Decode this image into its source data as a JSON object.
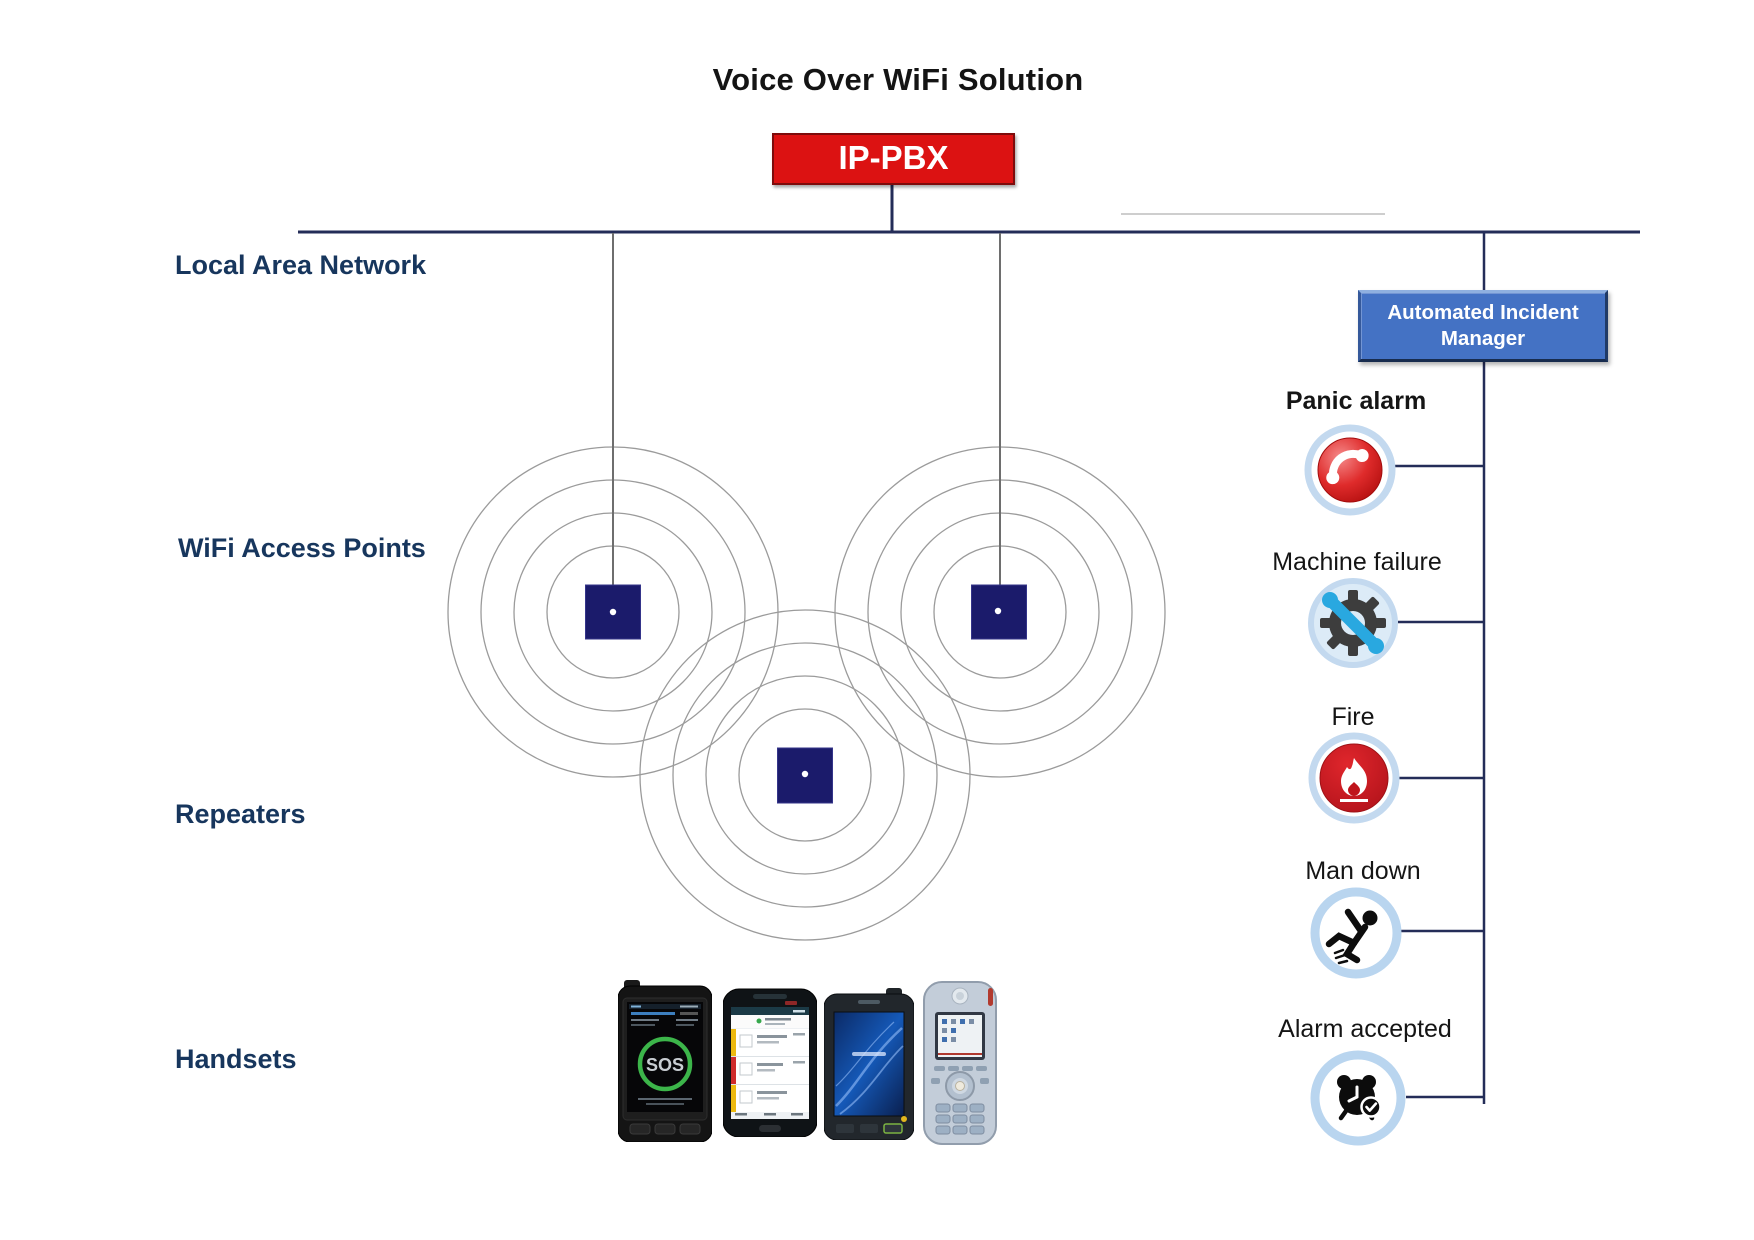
{
  "title": "Voice Over WiFi Solution",
  "ip_pbx": {
    "label": "IP-PBX"
  },
  "incident_manager": {
    "line1": "Automated Incident",
    "line2": "Manager"
  },
  "section_labels": {
    "lan": "Local Area Network",
    "access_points": "WiFi Access Points",
    "repeaters": "Repeaters",
    "handsets": "Handsets"
  },
  "alarms": [
    {
      "label": "Panic alarm",
      "icon": "panic-phone-icon"
    },
    {
      "label": "Machine failure",
      "icon": "gear-wrench-icon"
    },
    {
      "label": "Fire",
      "icon": "flame-icon"
    },
    {
      "label": "Man down",
      "icon": "falling-person-icon"
    },
    {
      "label": "Alarm accepted",
      "icon": "alarm-clock-check-icon"
    }
  ],
  "handsets": [
    {
      "name": "rugged-sos-handset",
      "screen_text": "SOS"
    },
    {
      "name": "smart-handset-task-list",
      "screen_text": ""
    },
    {
      "name": "rugged-handset-blue-screen",
      "screen_text": ""
    },
    {
      "name": "dect-style-handset",
      "screen_text": ""
    }
  ],
  "colors": {
    "navy-text": "#17365d",
    "line-navy": "#242d58",
    "line-gray": "#6e6e6e",
    "ring-gray": "#9b9b9b",
    "ap-square": "#1b1b6b",
    "pbx-red": "#dc1212",
    "aim-blue": "#4472c4",
    "icon-ring-blue": "#c3d9ef",
    "sos-green": "#3cb54a"
  }
}
